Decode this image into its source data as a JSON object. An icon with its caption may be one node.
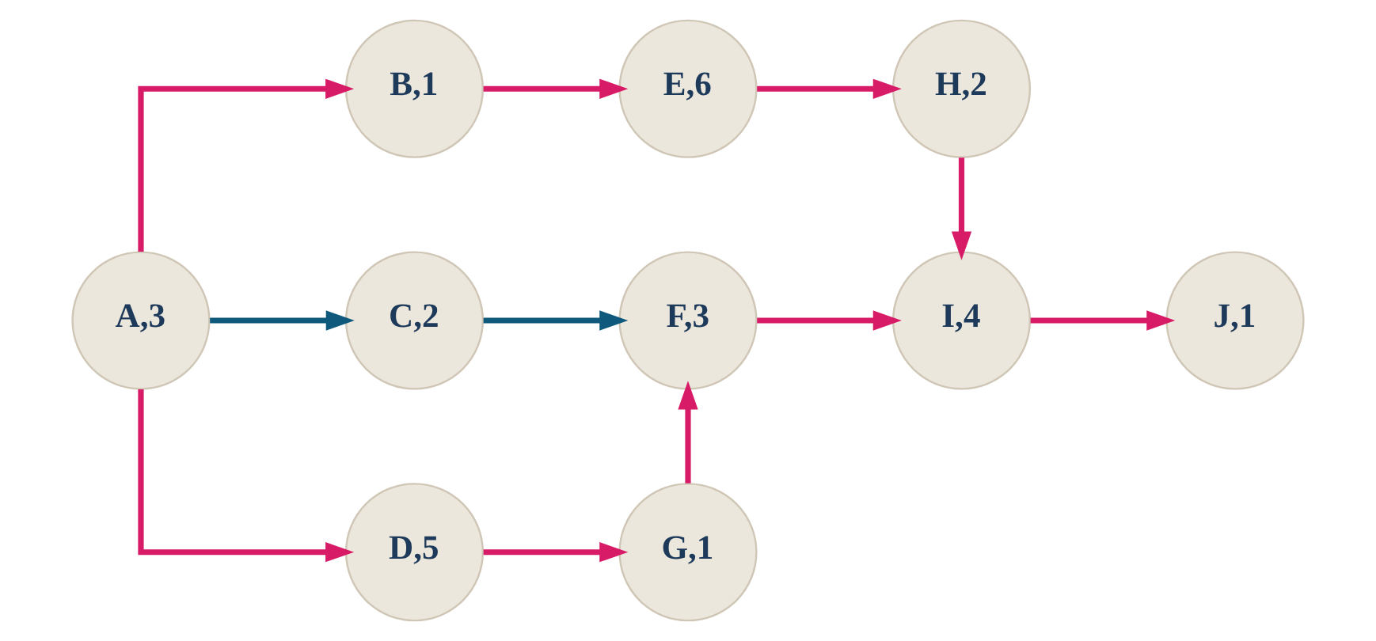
{
  "diagram": {
    "nodes": [
      {
        "text": [
          "A,3"
        ]
      },
      {
        "text": [
          "B,1"
        ]
      },
      {
        "text": [
          "C,2"
        ]
      },
      {
        "text": [
          "D,5"
        ]
      },
      {
        "text": [
          "E,6"
        ]
      },
      {
        "text": [
          "F,3"
        ]
      },
      {
        "text": [
          "G,1"
        ]
      },
      {
        "text": [
          "H,2"
        ]
      },
      {
        "text": [
          "I,4"
        ]
      },
      {
        "text": [
          "J,1"
        ]
      }
    ],
    "edges": [
      {
        "from": 0,
        "to": 1,
        "arrow": "to"
      },
      {
        "from": 0,
        "to": 2,
        "arrow": "to",
        "color": "#0f5a7c"
      },
      {
        "from": 0,
        "to": 3,
        "arrow": "to"
      },
      {
        "from": 1,
        "to": 4,
        "arrow": "to"
      },
      {
        "from": 2,
        "to": 5,
        "arrow": "to",
        "color": "#0f5a7c"
      },
      {
        "from": 3,
        "to": 6,
        "arrow": "to"
      },
      {
        "from": 4,
        "to": 7,
        "arrow": "to"
      },
      {
        "from": 5,
        "to": 8,
        "arrow": "to"
      },
      {
        "from": 6,
        "to": 5,
        "arrow": "to"
      },
      {
        "from": 7,
        "to": 8,
        "arrow": "to"
      },
      {
        "from": 8,
        "to": 9,
        "arrow": "to"
      }
    ]
  }
}
